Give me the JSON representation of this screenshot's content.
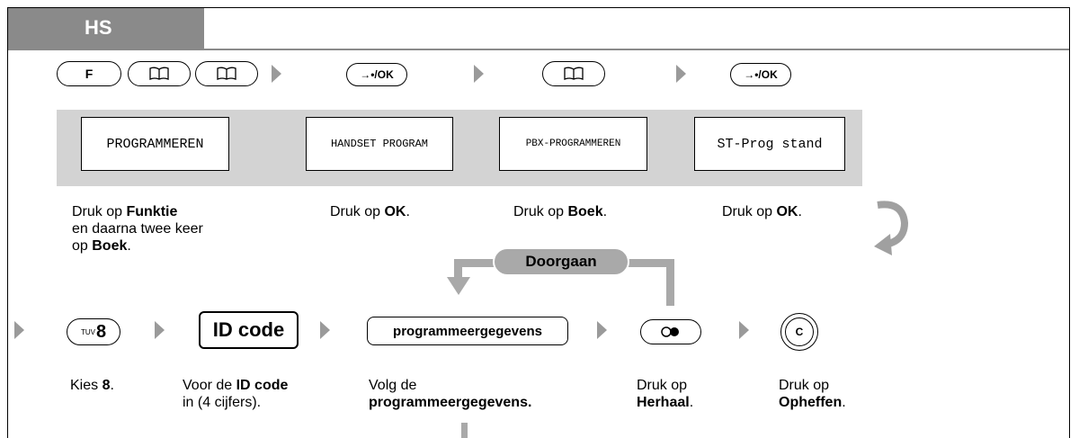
{
  "header": {
    "tab_label": "HS"
  },
  "keys": {
    "f": "F",
    "ok1": "→•/OK",
    "ok2": "→•/OK",
    "tuv_small": "TUV",
    "tuv_digit": "8",
    "c": "C"
  },
  "icons": {
    "book": "book-icon",
    "redial": "redial-icon",
    "continue_arrow": "curved-arrow-icon"
  },
  "displays": [
    "PROGRAMMEREN",
    "HANDSET PROGRAM",
    "PBX-PROGRAMMEREN",
    "ST-Prog stand"
  ],
  "step_texts": {
    "s1_l1_pre": "Druk op ",
    "s1_l1_bold": "Funktie",
    "s1_l2": "en daarna twee keer",
    "s1_l3_pre": "op ",
    "s1_l3_bold": "Boek",
    "s1_l3_post": ".",
    "s2_pre": "Druk op ",
    "s2_bold": "OK",
    "s2_post": ".",
    "s3_pre": "Druk op ",
    "s3_bold": "Boek",
    "s3_post": ".",
    "s4_pre": "Druk op ",
    "s4_bold": "OK",
    "s4_post": "."
  },
  "row2": {
    "loop_label": "Doorgaan",
    "id_box": "ID code",
    "prog_box": "programmeergegevens",
    "t1_pre": "Kies ",
    "t1_bold": "8",
    "t1_post": ".",
    "t2_l1_pre": "Voor de ",
    "t2_l1_bold": "ID code",
    "t2_l2": "in (4 cijfers).",
    "t3_l1": "Volg de",
    "t3_l2_bold": "programmeergegevens.",
    "t4_l1": "Druk op",
    "t4_l2_bold": "Herhaal",
    "t4_l2_post": ".",
    "t5_l1": "Druk op",
    "t5_l2_bold": "Opheffen",
    "t5_l2_post": "."
  }
}
